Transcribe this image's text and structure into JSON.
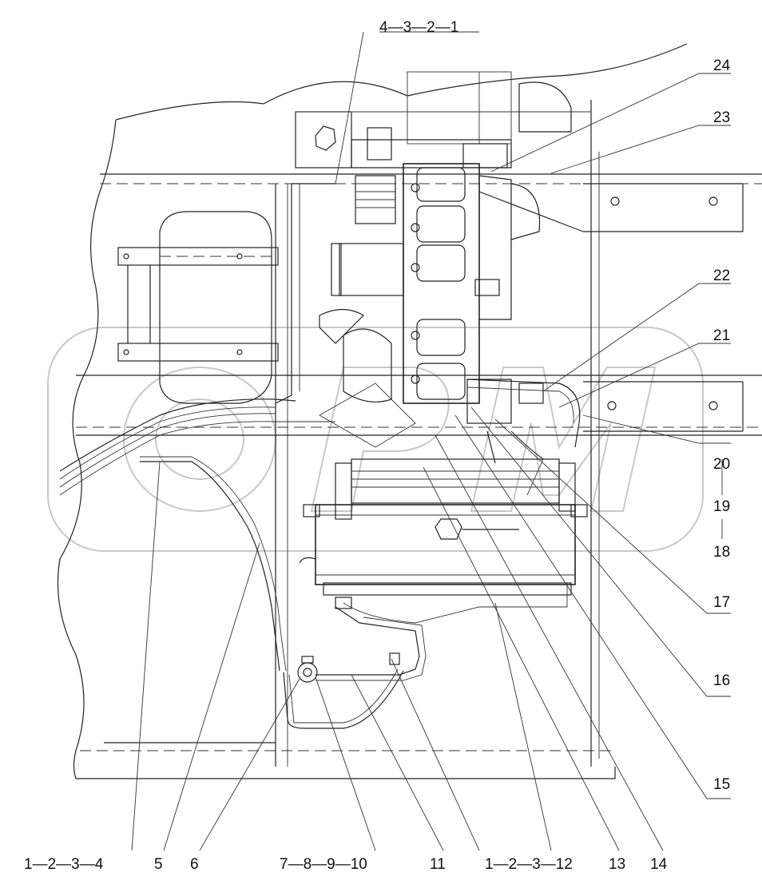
{
  "labels": {
    "top_1": "4—3—2—1",
    "r24": "24",
    "r23": "23",
    "r22": "22",
    "r21": "21",
    "r20": "20",
    "r19": "19",
    "r18": "18",
    "r17": "17",
    "r16": "16",
    "r15": "15",
    "b_1234": "1—2—3—4",
    "b5": "5",
    "b6": "6",
    "b78910": "7—8—9—10",
    "b11": "11",
    "b12": "1—2—3—12",
    "b13": "13",
    "b14": "14"
  },
  "watermark": "ОРМ"
}
